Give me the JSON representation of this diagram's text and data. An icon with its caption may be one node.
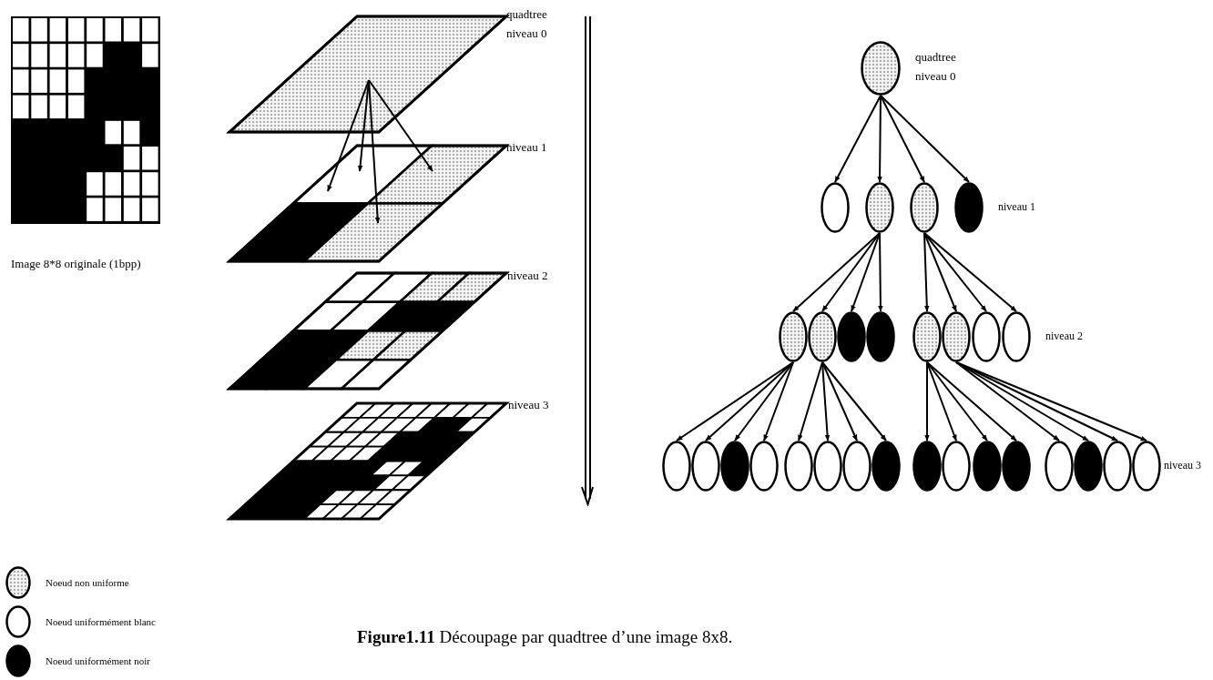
{
  "diagram": {
    "caption": "**Figure1.11** Découpage par quadtree d’une image 8x8.",
    "nodes": [
      {
        "text": [],
        "shape": "circle",
        "beside": [
          "quadtree niveau 0"
        ]
      },
      {
        "text": [],
        "shape": "circle"
      },
      {
        "text": [],
        "shape": "circle"
      },
      {
        "text": [],
        "shape": "circle"
      },
      {
        "text": [],
        "shape": "circle",
        "beside": [
          "niveau 1"
        ]
      },
      {
        "text": [],
        "shape": "circle"
      },
      {
        "text": [],
        "shape": "circle"
      },
      {
        "text": [],
        "shape": "circle"
      },
      {
        "text": [],
        "shape": "circle"
      },
      {
        "text": [],
        "shape": "circle"
      },
      {
        "text": [],
        "shape": "circle"
      },
      {
        "text": [],
        "shape": "circle"
      },
      {
        "text": [],
        "shape": "circle",
        "beside": [
          "niveau 2"
        ]
      },
      {
        "text": [],
        "shape": "circle"
      },
      {
        "text": [],
        "shape": "circle"
      },
      {
        "text": [],
        "shape": "circle"
      },
      {
        "text": [],
        "shape": "circle"
      },
      {
        "text": [],
        "shape": "circle"
      },
      {
        "text": [],
        "shape": "circle"
      },
      {
        "text": [],
        "shape": "circle"
      },
      {
        "text": [],
        "shape": "circle"
      },
      {
        "text": [],
        "shape": "circle"
      },
      {
        "text": [],
        "shape": "circle"
      },
      {
        "text": [],
        "shape": "circle"
      },
      {
        "text": [],
        "shape": "circle"
      },
      {
        "text": [],
        "shape": "circle"
      },
      {
        "text": [],
        "shape": "circle"
      },
      {
        "text": [],
        "shape": "circle"
      },
      {
        "text": [],
        "shape": "circle",
        "beside": [
          "niveau 3"
        ]
      }
    ],
    "edges": [
      {
        "from": 0,
        "to": 1,
        "arrow": "to"
      },
      {
        "from": 0,
        "to": 2,
        "arrow": "to"
      },
      {
        "from": 0,
        "to": 3,
        "arrow": "to"
      },
      {
        "from": 0,
        "to": 4,
        "arrow": "to"
      },
      {
        "from": 2,
        "to": 5,
        "arrow": "to"
      },
      {
        "from": 2,
        "to": 6,
        "arrow": "to"
      },
      {
        "from": 2,
        "to": 7,
        "arrow": "to"
      },
      {
        "from": 2,
        "to": 8,
        "arrow": "to"
      },
      {
        "from": 3,
        "to": 9,
        "arrow": "to"
      },
      {
        "from": 3,
        "to": 10,
        "arrow": "to"
      },
      {
        "from": 3,
        "to": 11,
        "arrow": "to"
      },
      {
        "from": 3,
        "to": 12,
        "arrow": "to"
      },
      {
        "from": 5,
        "to": 13,
        "arrow": "to"
      },
      {
        "from": 5,
        "to": 14,
        "arrow": "to"
      },
      {
        "from": 5,
        "to": 15,
        "arrow": "to"
      },
      {
        "from": 5,
        "to": 16,
        "arrow": "to"
      },
      {
        "from": 6,
        "to": 17,
        "arrow": "to"
      },
      {
        "from": 6,
        "to": 18,
        "arrow": "to"
      },
      {
        "from": 6,
        "to": 19,
        "arrow": "to"
      },
      {
        "from": 6,
        "to": 20,
        "arrow": "to"
      },
      {
        "from": 9,
        "to": 21,
        "arrow": "to"
      },
      {
        "from": 9,
        "to": 22,
        "arrow": "to"
      },
      {
        "from": 9,
        "to": 23,
        "arrow": "to"
      },
      {
        "from": 9,
        "to": 24,
        "arrow": "to"
      },
      {
        "from": 10,
        "to": 25,
        "arrow": "to"
      },
      {
        "from": 10,
        "to": 26,
        "arrow": "to"
      },
      {
        "from": 10,
        "to": 27,
        "arrow": "to"
      },
      {
        "from": 10,
        "to": 28,
        "arrow": "to"
      }
    ],
    "labels": [
      "Image 8*8 originale (1bpp)",
      "quadtree niveau 0",
      "niveau 1",
      "niveau 2",
      "niveau 3"
    ],
    "legend": [
      {
        "text": "Noeud non uniforme"
      },
      {
        "text": "Noeud uniformément blanc"
      },
      {
        "text": "Noeud uniformément noir"
      }
    ]
  }
}
